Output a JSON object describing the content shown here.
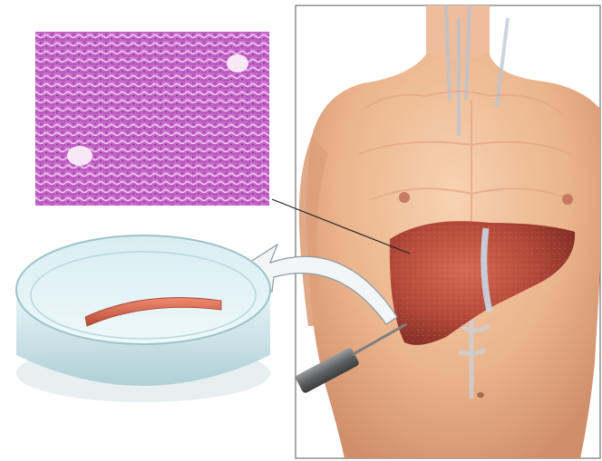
{
  "figure": {
    "panels": {
      "micrograph": {
        "subject": "liver-histology"
      },
      "dish": {
        "subject": "biopsy-core-in-petri-dish"
      },
      "torso": {
        "subject": "male-torso-liver-needle-biopsy"
      }
    },
    "colors": {
      "background": "#ffffff",
      "tissue_stain": "#c45cc6",
      "liver": "#b4493a",
      "skin": "#e9b48f",
      "dish_glass": "#c8e6ea",
      "needle": "#6c6e70",
      "arrow_fill": "#f3f6f7"
    }
  }
}
